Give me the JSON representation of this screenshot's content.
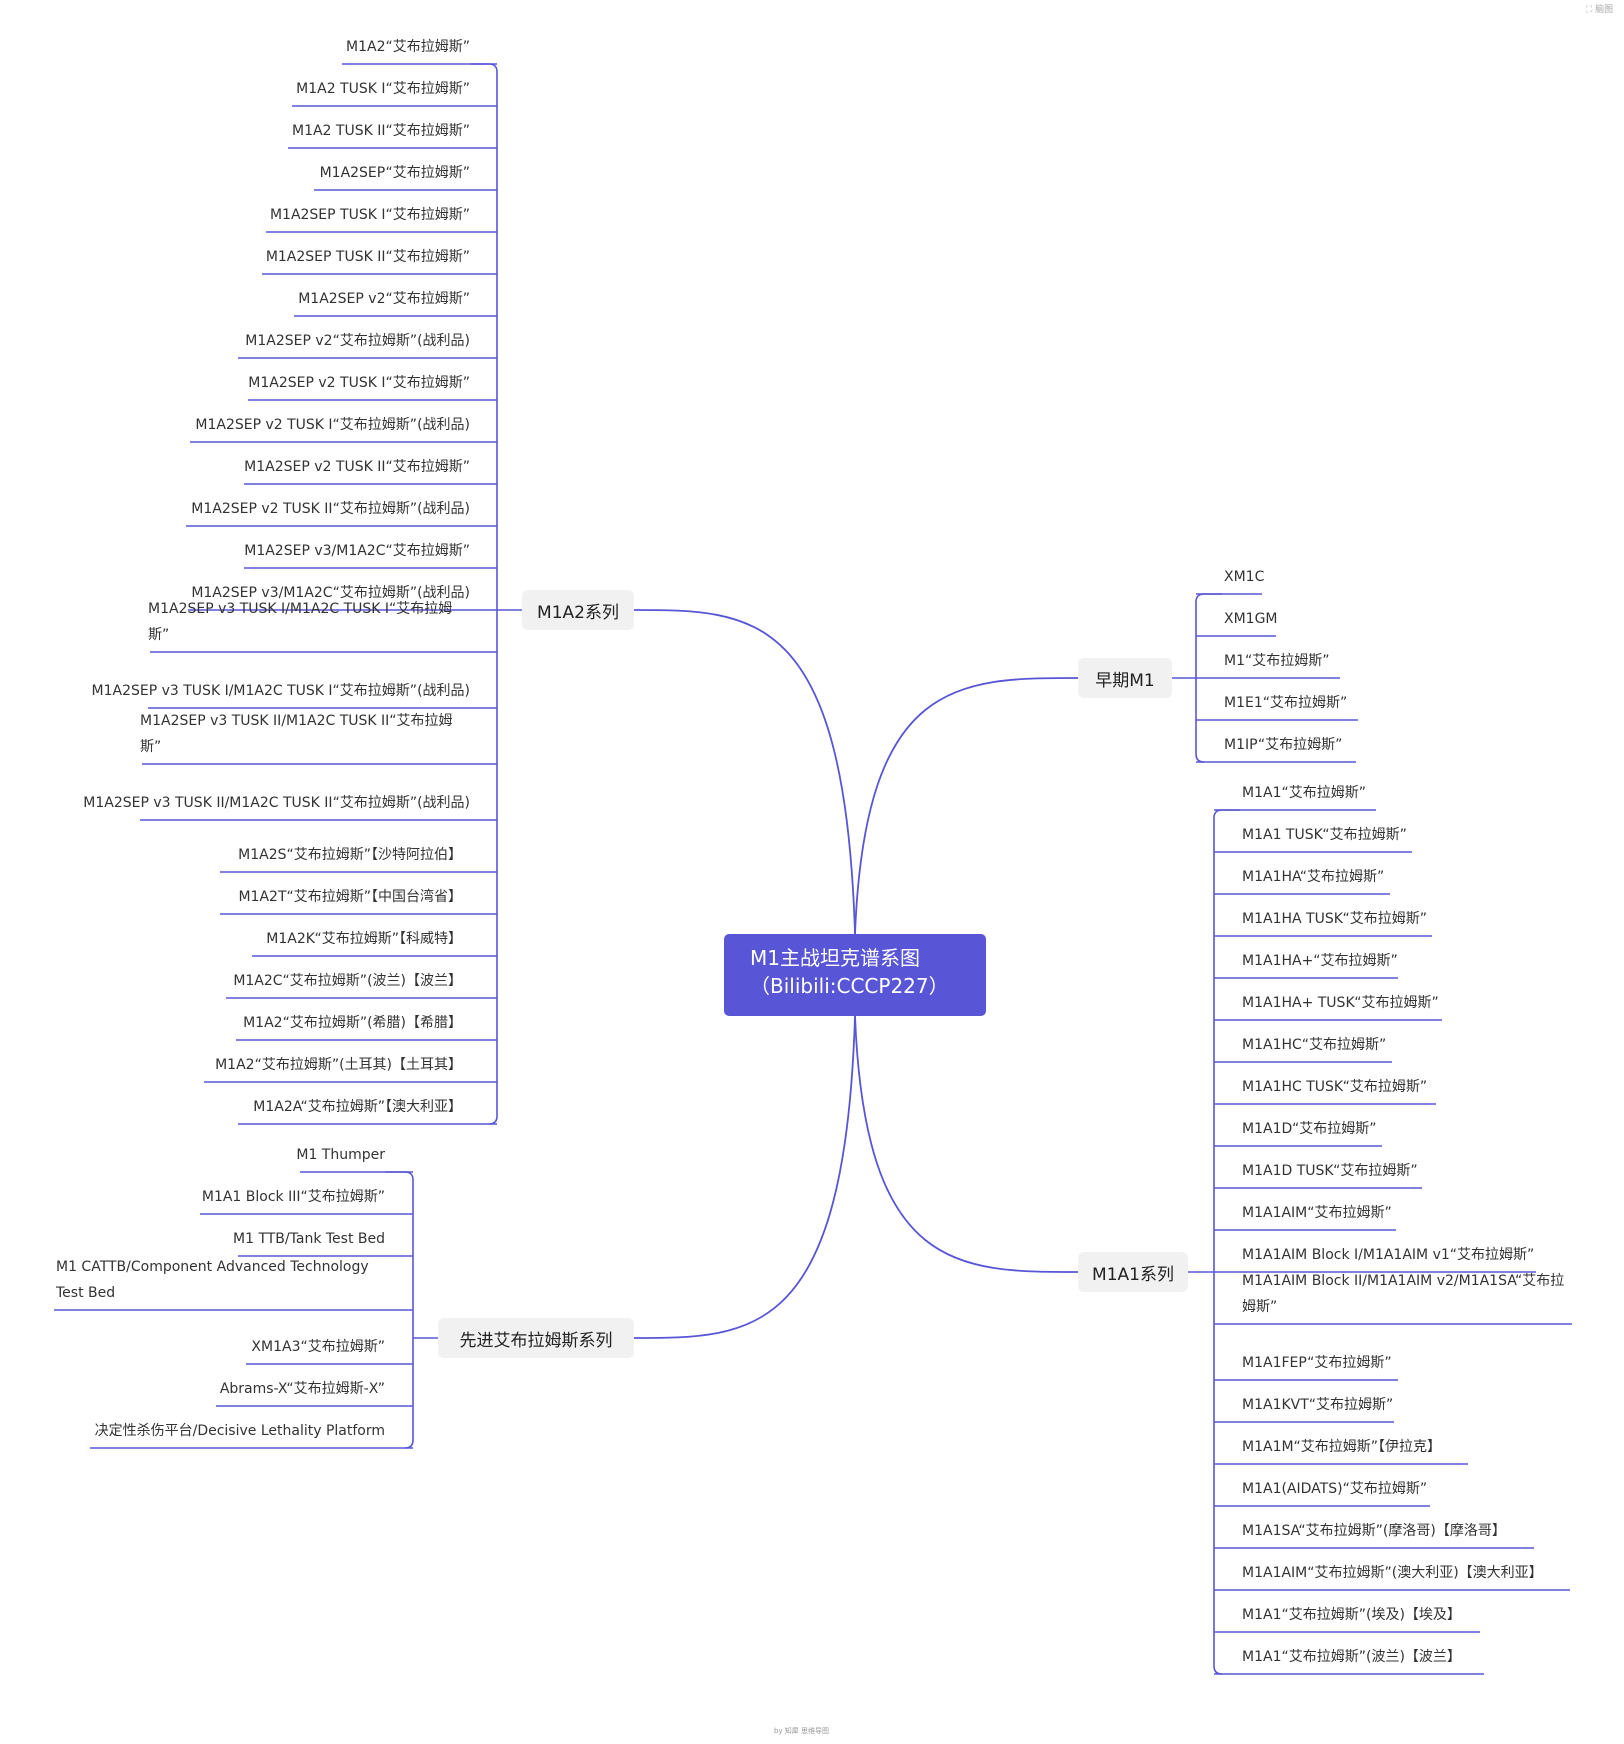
{
  "colors": {
    "line": "#5856d6",
    "root_bg": "#5856d6",
    "branch_bg": "#f1f1f1"
  },
  "root": {
    "label": "M1主战坦克谱系图（Bilibili:CCCP227）"
  },
  "corner": {
    "icon": "expand-icon",
    "label": "脑图"
  },
  "footer": {
    "label": "by 知犀 思维导图"
  },
  "branches": [
    {
      "label": "M1A2系列",
      "items": [
        "M1A2“艾布拉姆斯”",
        "M1A2 TUSK I“艾布拉姆斯”",
        "M1A2 TUSK II“艾布拉姆斯”",
        "M1A2SEP“艾布拉姆斯”",
        "M1A2SEP TUSK I“艾布拉姆斯”",
        "M1A2SEP TUSK II“艾布拉姆斯”",
        "M1A2SEP v2“艾布拉姆斯”",
        "M1A2SEP v2“艾布拉姆斯”(战利品)",
        "M1A2SEP v2 TUSK I“艾布拉姆斯”",
        "M1A2SEP v2 TUSK I“艾布拉姆斯”(战利品)",
        "M1A2SEP v2 TUSK II“艾布拉姆斯”",
        "M1A2SEP v2 TUSK II“艾布拉姆斯”(战利品)",
        "M1A2SEP v3/M1A2C“艾布拉姆斯”",
        "M1A2SEP v3/M1A2C“艾布拉姆斯”(战利品)",
        "M1A2SEP v3 TUSK I/M1A2C TUSK I“艾布拉姆斯”",
        "M1A2SEP v3 TUSK I/M1A2C TUSK I“艾布拉姆斯”(战利品)",
        "M1A2SEP v3 TUSK II/M1A2C TUSK II“艾布拉姆斯”",
        "M1A2SEP v3 TUSK II/M1A2C TUSK II“艾布拉姆斯”(战利品)",
        "M1A2S“艾布拉姆斯”【沙特阿拉伯】",
        "M1A2T“艾布拉姆斯”【中国台湾省】",
        "M1A2K“艾布拉姆斯”【科威特】",
        "M1A2C“艾布拉姆斯”(波兰)【波兰】",
        "M1A2“艾布拉姆斯”(希腊)【希腊】",
        "M1A2“艾布拉姆斯”(土耳其)【土耳其】",
        "M1A2A“艾布拉姆斯”【澳大利亚】"
      ]
    },
    {
      "label": "先进艾布拉姆斯系列",
      "items": [
        "M1 Thumper",
        "M1A1 Block III“艾布拉姆斯”",
        "M1 TTB/Tank Test Bed",
        "M1 CATTB/Component Advanced Technology Test Bed",
        "XM1A3“艾布拉姆斯”",
        "Abrams-X“艾布拉姆斯-X”",
        "决定性杀伤平台/Decisive Lethality Platform"
      ]
    },
    {
      "label": "早期M1",
      "items": [
        "XM1C",
        "XM1GM",
        "M1“艾布拉姆斯”",
        "M1E1“艾布拉姆斯”",
        "M1IP“艾布拉姆斯”"
      ]
    },
    {
      "label": "M1A1系列",
      "items": [
        "M1A1“艾布拉姆斯”",
        "M1A1 TUSK“艾布拉姆斯”",
        "M1A1HA“艾布拉姆斯”",
        "M1A1HA TUSK“艾布拉姆斯”",
        "M1A1HA+“艾布拉姆斯”",
        "M1A1HA+ TUSK“艾布拉姆斯”",
        "M1A1HC“艾布拉姆斯”",
        "M1A1HC TUSK“艾布拉姆斯”",
        "M1A1D“艾布拉姆斯”",
        "M1A1D TUSK“艾布拉姆斯”",
        "M1A1AIM“艾布拉姆斯”",
        "M1A1AIM Block I/M1A1AIM v1“艾布拉姆斯”",
        "M1A1AIM Block II/M1A1AIM v2/M1A1SA“艾布拉姆斯”",
        "M1A1FEP“艾布拉姆斯”",
        "M1A1KVT“艾布拉姆斯”",
        "M1A1M“艾布拉姆斯”【伊拉克】",
        "M1A1(AIDATS)“艾布拉姆斯”",
        "M1A1SA“艾布拉姆斯”(摩洛哥)【摩洛哥】",
        "M1A1AIM“艾布拉姆斯”(澳大利亚)【澳大利亚】",
        "M1A1“艾布拉姆斯”(埃及)【埃及】",
        "M1A1“艾布拉姆斯”(波兰)【波兰】"
      ]
    }
  ]
}
